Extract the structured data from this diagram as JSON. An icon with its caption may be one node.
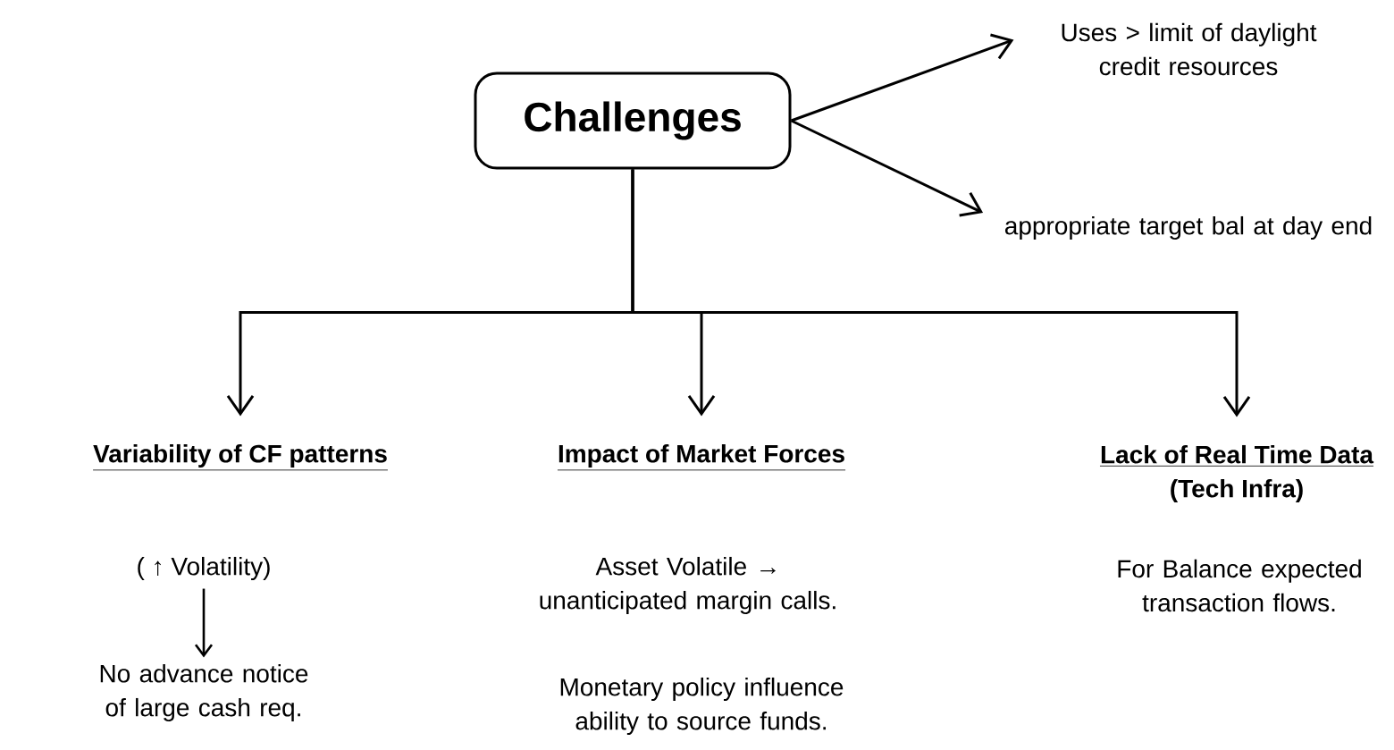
{
  "diagram": {
    "nodes": [
      {
        "text": [
          "Challenges"
        ]
      },
      {
        "text": [
          "Uses > limit of daylight credit resources"
        ]
      },
      {
        "text": [
          "appropriate target bal at day end"
        ]
      },
      {
        "text": [
          "Variability of CF patterns"
        ]
      },
      {
        "text": [
          "Impact of Market Forces"
        ]
      },
      {
        "text": [
          "Lack of Real Time Data",
          "(Tech Infra)"
        ]
      },
      {
        "text": [
          "( ↑ Volatility)"
        ]
      },
      {
        "text": [
          "No advance notice of large cash req."
        ]
      }
    ],
    "edges": [
      {
        "from": 0,
        "to": 1,
        "arrow": "to"
      },
      {
        "from": 0,
        "to": 2,
        "arrow": "to"
      },
      {
        "from": 0,
        "to": 3,
        "arrow": "to"
      },
      {
        "from": 0,
        "to": 4,
        "arrow": "to"
      },
      {
        "from": 0,
        "to": 5,
        "arrow": "to"
      },
      {
        "from": 6,
        "to": 7,
        "arrow": "to"
      }
    ],
    "labels": [
      "Asset Volatile → unanticipated margin calls.",
      "Monetary policy influence ability to source funds.",
      "For Balance expected transaction flows."
    ]
  }
}
